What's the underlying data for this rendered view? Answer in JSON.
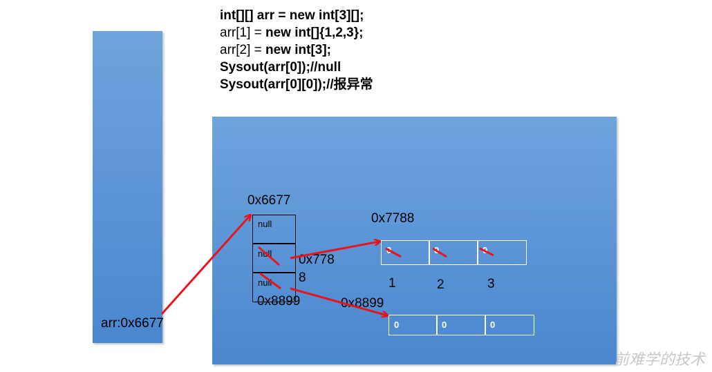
{
  "code": {
    "line1": "int[][] arr = new int[3][];",
    "line2_a": "arr[1] = ",
    "line2_b": "new int[]{1,2,3};",
    "line3_a": "arr[2] = ",
    "line3_b": "new int[3];",
    "line4": "Sysout(arr[0]);//null",
    "line5": "Sysout(arr[0][0]);//报异常"
  },
  "stack": {
    "var_label": "arr:0x6677"
  },
  "heap": {
    "outer_addr": "0x6677",
    "outer_cells": [
      "null",
      "null",
      "null"
    ],
    "addr_7788_a": "0x778",
    "addr_7788_b": "8",
    "addr_8899_below": "0x8899",
    "array1_addr": "0x7788",
    "array1_old": [
      "0",
      "0",
      "0"
    ],
    "array1_new": [
      "1",
      "2",
      "3"
    ],
    "array2_addr": "0x8899",
    "array2_values": [
      "0",
      "0",
      "0"
    ]
  },
  "watermark": "前难学的技术"
}
